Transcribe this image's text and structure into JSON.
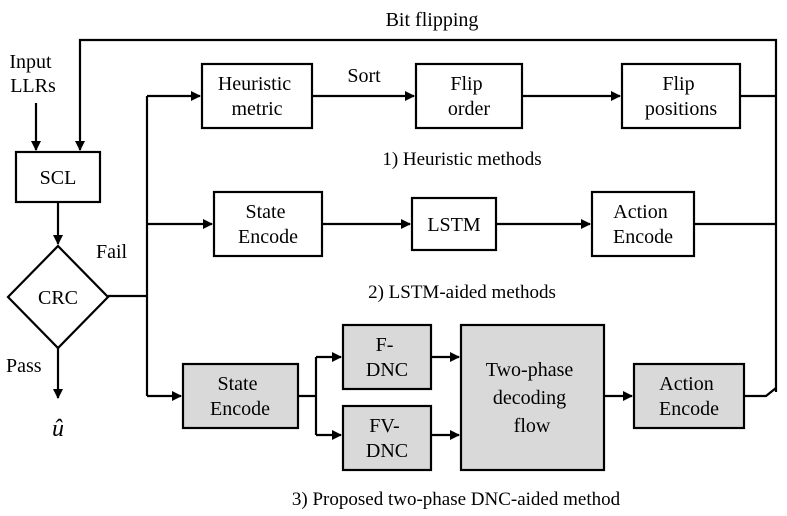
{
  "nodes": {
    "input": [
      "Input",
      "LLRs"
    ],
    "scl": "SCL",
    "crc": "CRC",
    "fail": "Fail",
    "pass": "Pass",
    "u_hat": "û",
    "bit_flipping": "Bit flipping",
    "heuristic_metric": [
      "Heuristic",
      "metric"
    ],
    "sort": "Sort",
    "flip_order": [
      "Flip",
      "order"
    ],
    "flip_positions": [
      "Flip",
      "positions"
    ],
    "lstm_state_encode": [
      "State",
      "Encode"
    ],
    "lstm": "LSTM",
    "lstm_action_encode": [
      "Action",
      "Encode"
    ],
    "dnc_state_encode": [
      "State",
      "Encode"
    ],
    "f_dnc": [
      "F-",
      "DNC"
    ],
    "fv_dnc": [
      "FV-",
      "DNC"
    ],
    "two_phase": [
      "Two-phase",
      "decoding",
      "flow"
    ],
    "dnc_action_encode": [
      "Action",
      "Encode"
    ]
  },
  "captions": {
    "heuristic": "1) Heuristic methods",
    "lstm": "2) LSTM-aided methods",
    "dnc": "3) Proposed two-phase DNC-aided method"
  },
  "colors": {
    "line": "#000000",
    "box_fill": "#ffffff",
    "highlight_fill": "#d9d9d9"
  }
}
